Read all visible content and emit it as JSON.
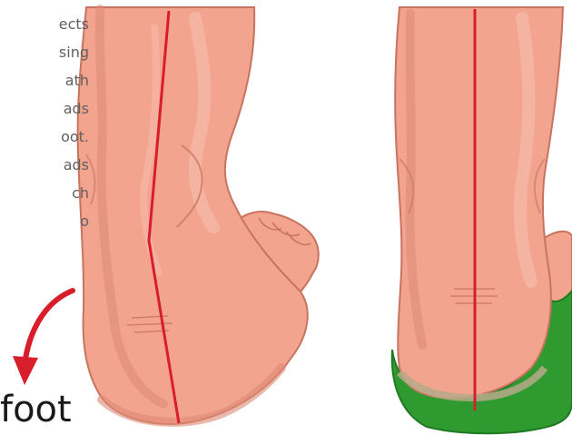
{
  "caption": {
    "lines": [
      "ects",
      "sing",
      "ath",
      "ads",
      "oot.",
      "ads",
      "ch",
      "o"
    ]
  },
  "label": "foot",
  "colors": {
    "skin": "#f2a48f",
    "skin_light": "#f6bba8",
    "skin_shadow": "#dd8a74",
    "outline": "#c8735f",
    "alignment_line": "#d81e2a",
    "arrow": "#d81e2a",
    "insole": "#2f9a2f",
    "insole_dark": "#1f7a23",
    "insole_top": "#b7aa8a"
  },
  "icons": {
    "arrow": "curved-arrow-down-icon"
  }
}
